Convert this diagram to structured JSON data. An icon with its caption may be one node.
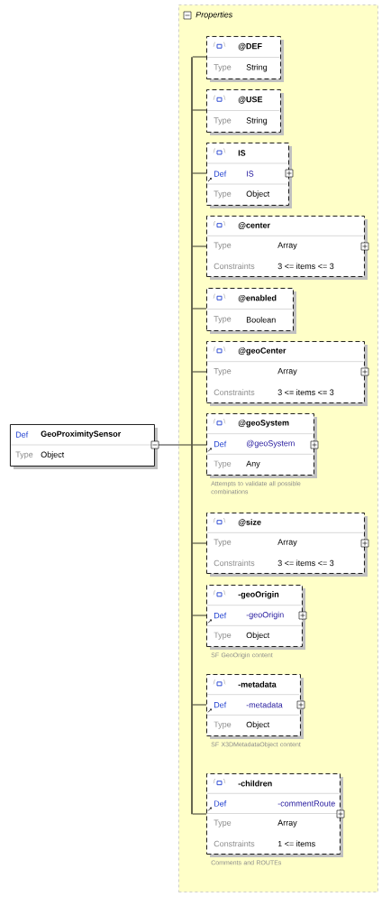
{
  "diagram": {
    "nodes": [
      {
        "text": [
          "Def",
          "GeoProximitySensor",
          "Type",
          "Object"
        ]
      },
      {
        "text": [
          "Properties"
        ]
      },
      {
        "text": [],
        "shape": "bar",
        "in": 1
      },
      {
        "text": [
          "@DEF",
          "Type",
          "String"
        ],
        "in": 1
      },
      {
        "text": [
          "@USE",
          "Type",
          "String"
        ],
        "in": 1
      },
      {
        "text": [
          "IS",
          "Def",
          "IS",
          "Type",
          "Object"
        ],
        "in": 1
      },
      {
        "text": [
          "@center",
          "Type",
          "Array",
          "Constraints",
          "3 <= items <= 3"
        ],
        "in": 1
      },
      {
        "text": [
          "@enabled",
          "Type",
          "Boolean"
        ],
        "in": 1
      },
      {
        "text": [
          "@geoCenter",
          "Type",
          "Array",
          "Constraints",
          "3 <= items <= 3"
        ],
        "in": 1
      },
      {
        "text": [
          "@geoSystem",
          "Def",
          "@geoSystem",
          "Type",
          "Any"
        ],
        "beside": [
          "Attempts to validate all possible combinations"
        ],
        "in": 1
      },
      {
        "text": [
          "@size",
          "Type",
          "Array",
          "Constraints",
          "3 <= items <= 3"
        ],
        "in": 1
      },
      {
        "text": [
          "-geoOrigin",
          "Def",
          "-geoOrigin",
          "Type",
          "Object"
        ],
        "beside": [
          "SF GeoOrigin content"
        ],
        "in": 1
      },
      {
        "text": [
          "-metadata",
          "Def",
          "-metadata",
          "Type",
          "Object"
        ],
        "beside": [
          "SF X3DMetadataObject content"
        ],
        "in": 1
      },
      {
        "text": [
          "-children",
          "Def",
          "-commentRoute",
          "Type",
          "Array",
          "Constraints",
          "1 <= items"
        ],
        "beside": [
          "Comments and ROUTEs"
        ],
        "in": 1
      }
    ],
    "edges": [
      {
        "from": 0,
        "to": 2,
        "arrow": "none"
      },
      {
        "from": 2,
        "to": 3,
        "arrow": "none"
      },
      {
        "from": 2,
        "to": 4,
        "arrow": "none"
      },
      {
        "from": 2,
        "to": 5,
        "arrow": "none"
      },
      {
        "from": 2,
        "to": 6,
        "arrow": "none"
      },
      {
        "from": 2,
        "to": 7,
        "arrow": "none"
      },
      {
        "from": 2,
        "to": 8,
        "arrow": "none"
      },
      {
        "from": 2,
        "to": 9,
        "arrow": "none"
      },
      {
        "from": 2,
        "to": 10,
        "arrow": "none"
      },
      {
        "from": 2,
        "to": 11,
        "arrow": "none"
      },
      {
        "from": 2,
        "to": 12,
        "arrow": "none"
      },
      {
        "from": 2,
        "to": 13,
        "arrow": "none"
      }
    ]
  }
}
